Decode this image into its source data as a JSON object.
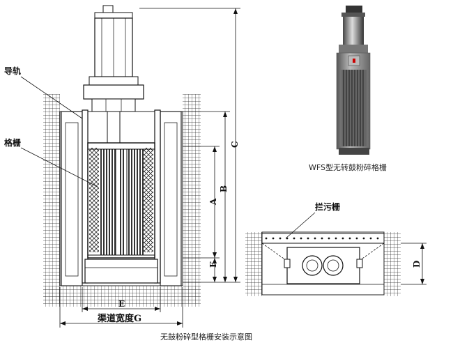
{
  "labels": {
    "guide_rail": "导轨",
    "grid": "格栅",
    "bar_screen": "拦污栅",
    "channel_width": "渠道宽度G"
  },
  "dimensions": {
    "A": "A",
    "B": "B",
    "C": "C",
    "D": "D",
    "E": "E",
    "F": "F"
  },
  "captions": {
    "product_photo": "WFS型无转鼓粉碎格栅",
    "installation_diagram": "无鼓粉碎型格栅安装示意图"
  }
}
